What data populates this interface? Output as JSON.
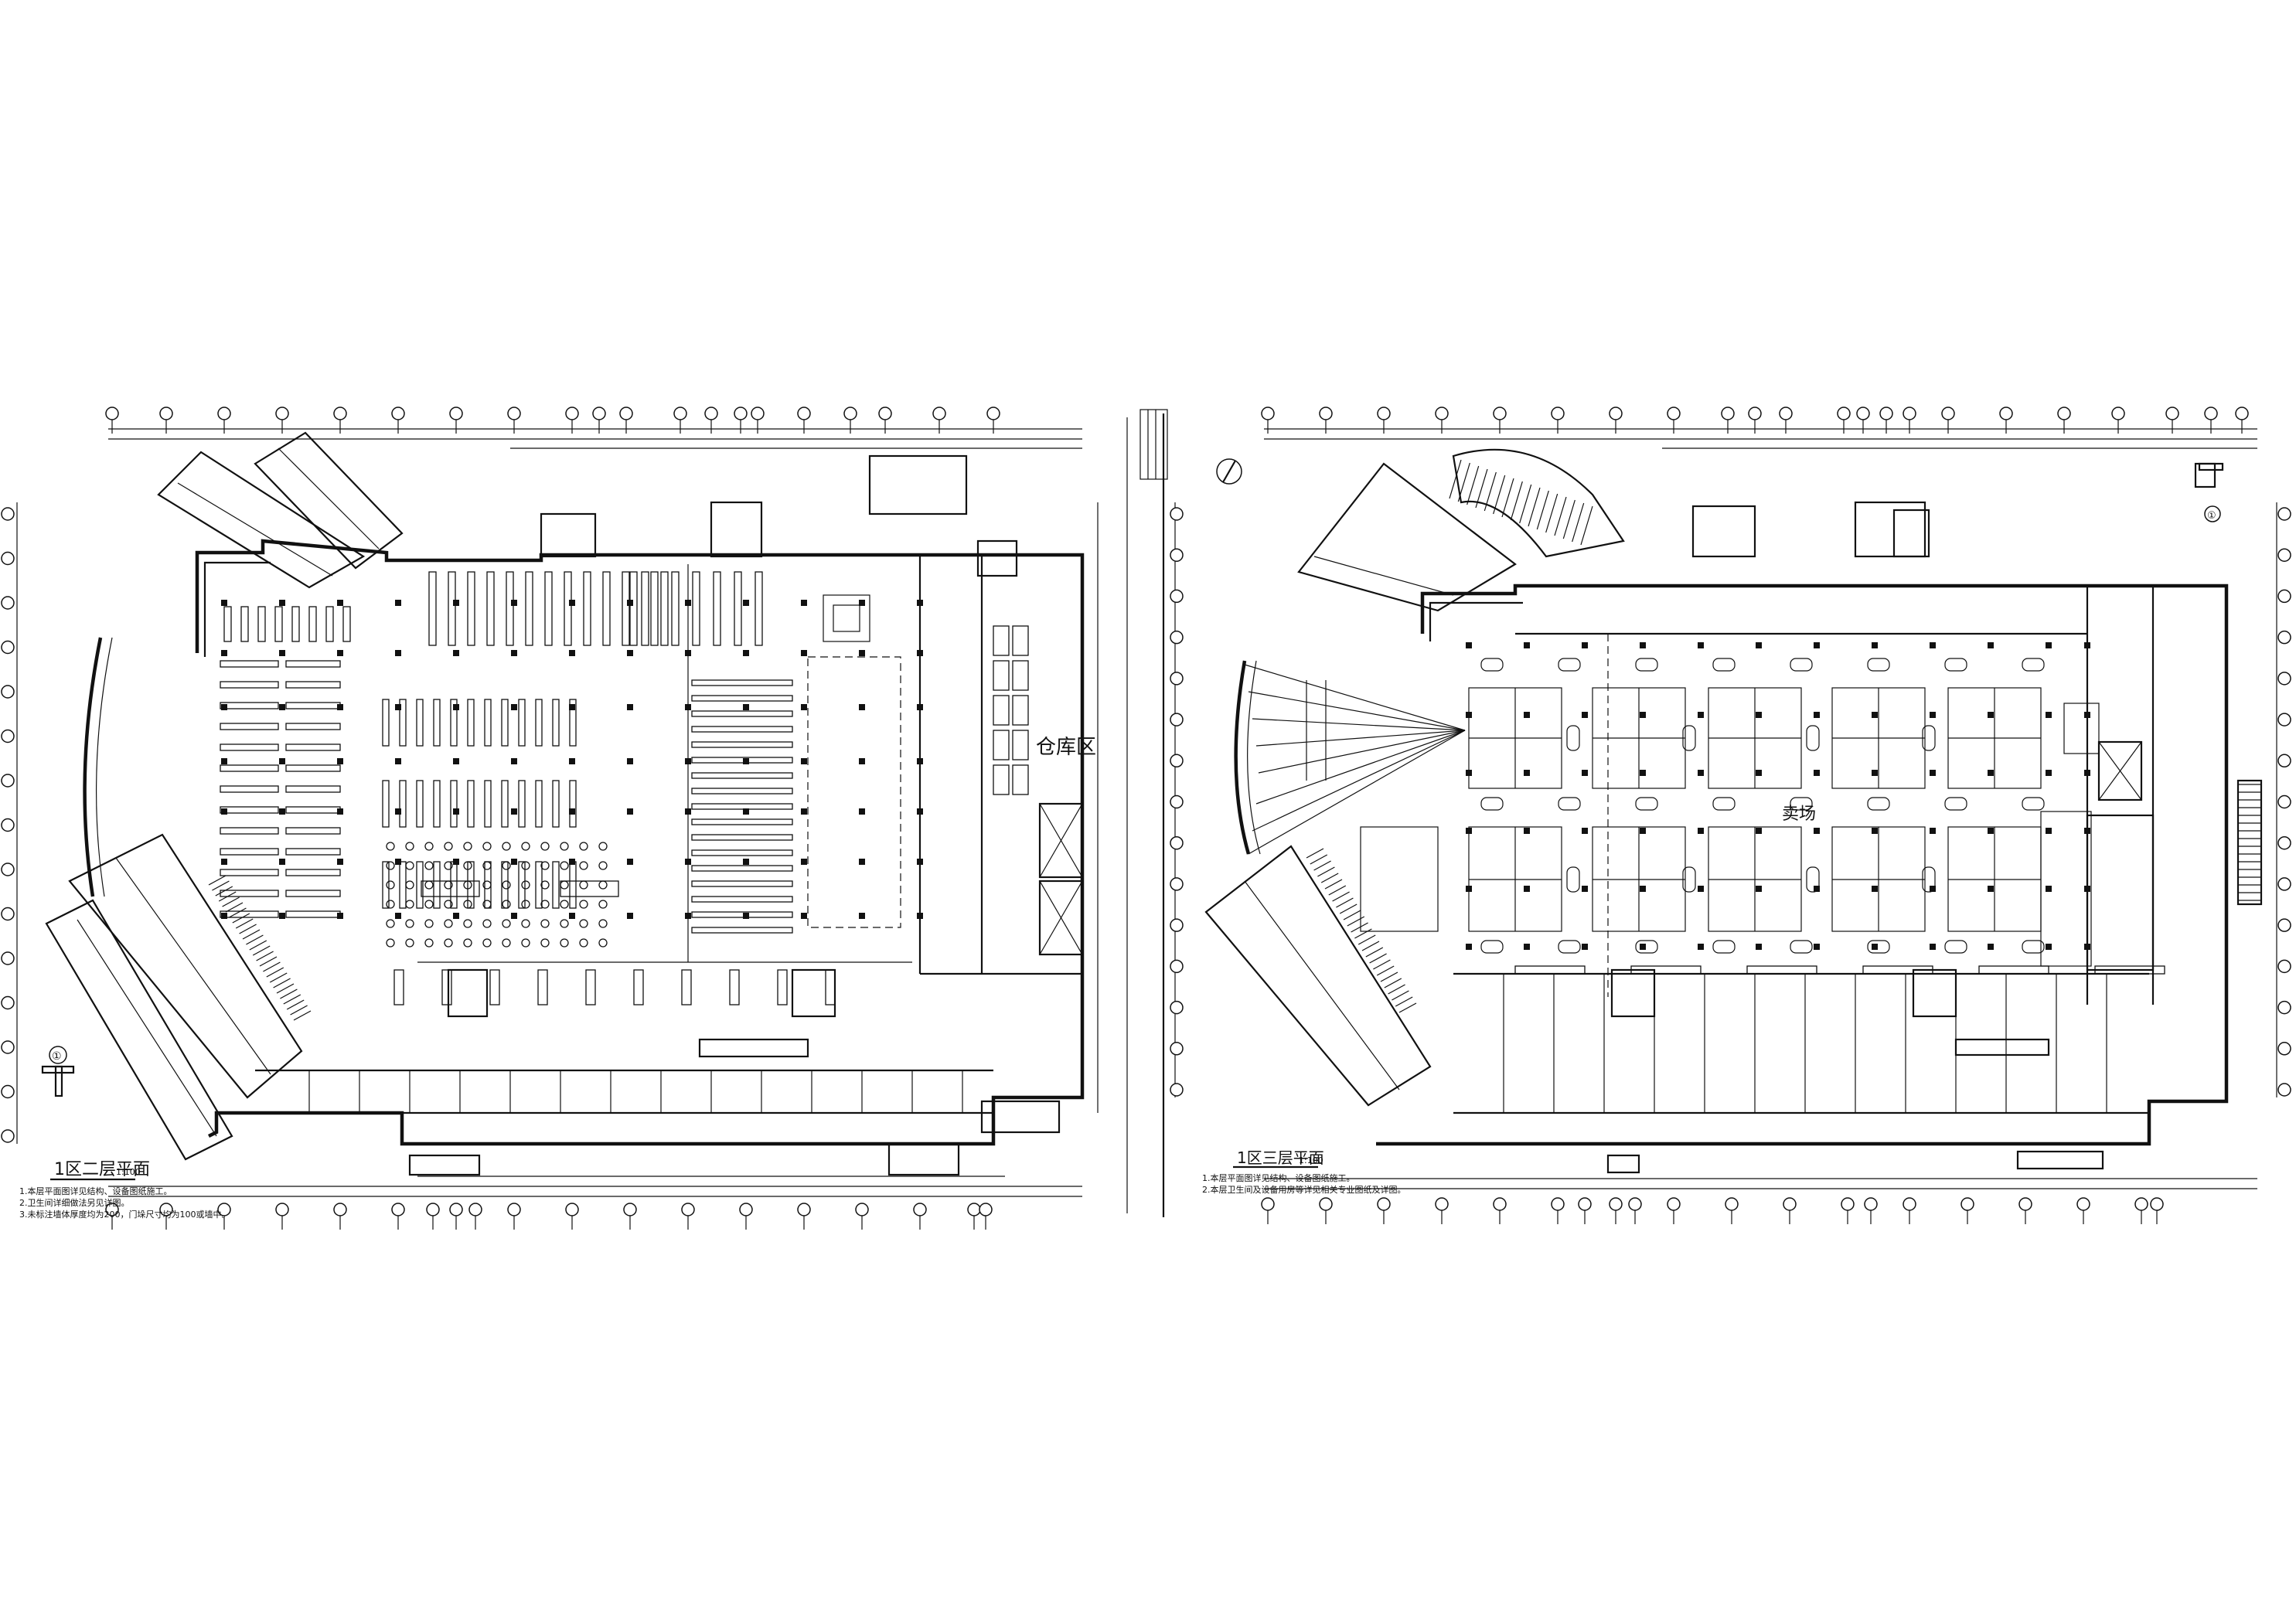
{
  "left_plan": {
    "title": "1区二层平面",
    "scale": "1:100",
    "room_label": "仓库区",
    "notes": [
      "1.本层平面图详见结构、设备图纸施工。",
      "2.卫生间详细做法另见详图。",
      "3.未标注墙体厚度均为200，门垛尺寸均为100或墙中。"
    ],
    "detail_mark": "①"
  },
  "right_plan": {
    "title": "1区三层平面",
    "scale": "1:100",
    "room_label": "卖场",
    "notes": [
      "1.本层平面图详见结构、设备图纸施工。",
      "2.本层卫生间及设备用房等详见相关专业图纸及详图。"
    ],
    "detail_mark": "①"
  }
}
